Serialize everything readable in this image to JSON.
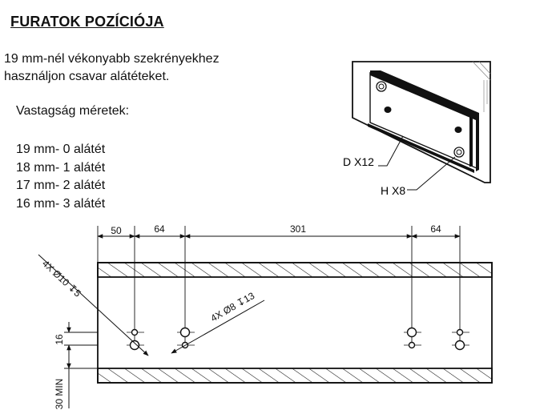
{
  "title": "FURATOK POZÍCIÓJA",
  "intro": {
    "line1": "19 mm-nél vékonyabb szekrényekhez",
    "line2": "használjon csavar alátéteket."
  },
  "thickness": {
    "heading": "Vastagság méretek:",
    "items": [
      "19 mm- 0 alátét",
      "18 mm- 1 alátét",
      "17 mm- 2 alátét",
      "16 mm- 3 alátét"
    ]
  },
  "detail_callouts": {
    "d": "D X12",
    "h": "H X8"
  },
  "dimensions": {
    "top": [
      "50",
      "64",
      "301",
      "64"
    ],
    "vertical_16": "16",
    "vertical_30min": "30 MIN",
    "hole_large": "4X  Ø10 ↧5",
    "hole_small": "4X  Ø8 ↧13"
  }
}
